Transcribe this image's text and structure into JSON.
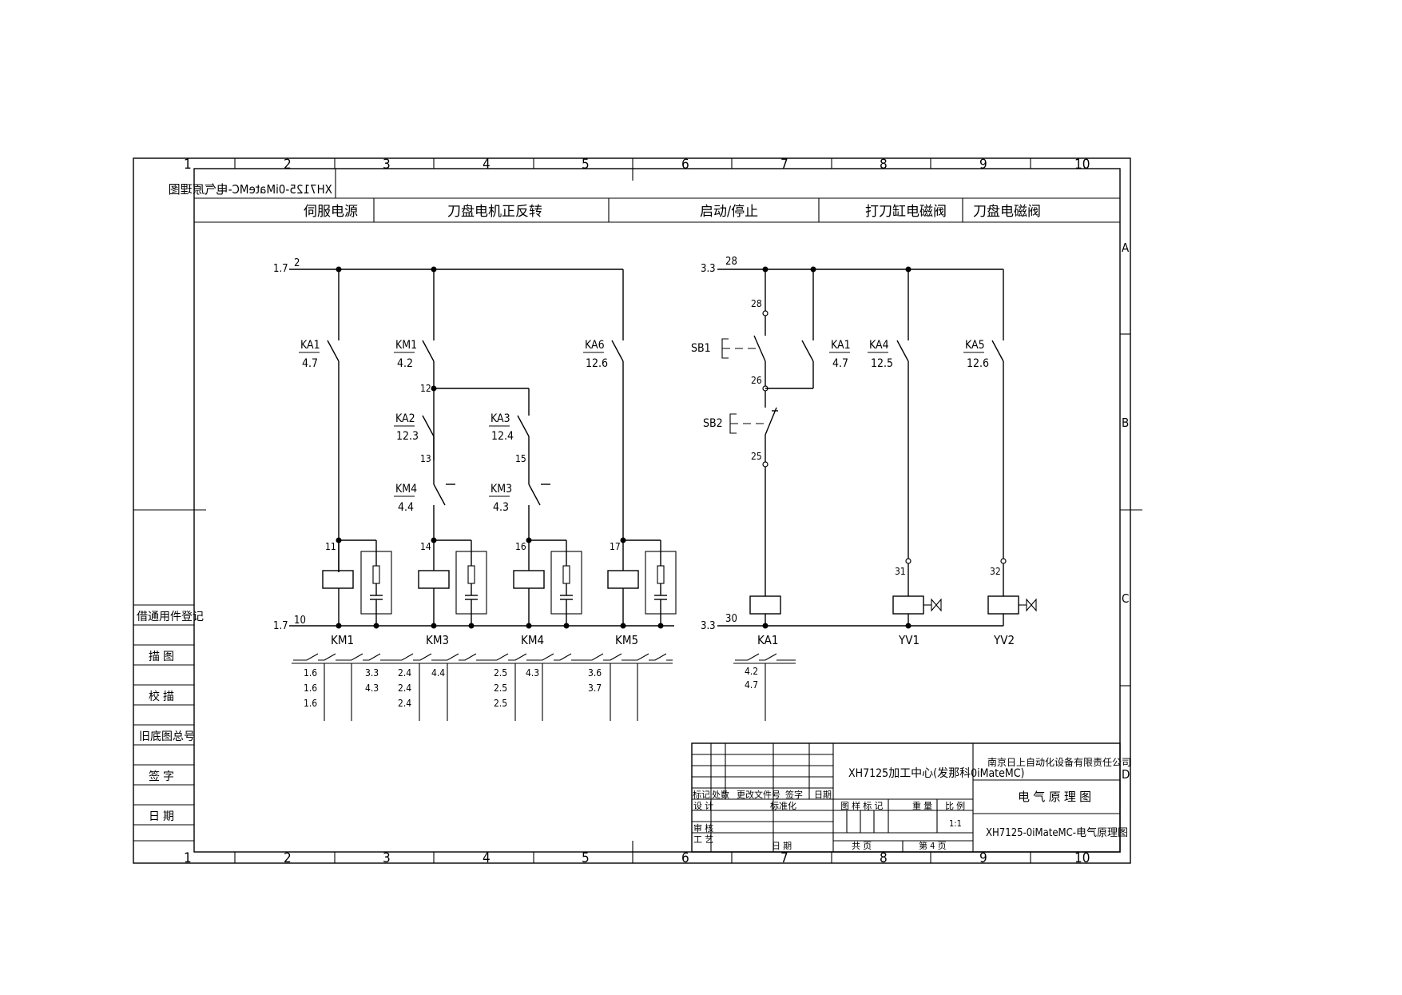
{
  "colors": {
    "ink": "#000000",
    "paper": "#ffffff"
  },
  "grid": {
    "columns": [
      "1",
      "2",
      "3",
      "4",
      "5",
      "6",
      "7",
      "8",
      "9",
      "10"
    ],
    "rows": [
      "A",
      "B",
      "C",
      "D"
    ]
  },
  "header": {
    "mirrored_title": "XH7125-0iMateMC-电气原理图",
    "sections": [
      "伺服电源",
      "刀盘电机正反转",
      "启动/停止",
      "打刀缸电磁阀",
      "刀盘电磁阀"
    ]
  },
  "left_register": [
    "借通用件登记",
    "描 图",
    "校 描",
    "旧底图总号",
    "签 字",
    "日 期"
  ],
  "circuit_left": {
    "top_ref": "1.7",
    "top_wire": "2",
    "bottom_ref": "1.7",
    "bottom_wire": "10",
    "contacts": [
      {
        "name": "KA1",
        "ref": "4.7"
      },
      {
        "name": "KM1",
        "ref": "4.2"
      },
      {
        "name": "KA6",
        "ref": "12.6"
      },
      {
        "name": "KA2",
        "ref": "12.3"
      },
      {
        "name": "KA3",
        "ref": "12.4"
      },
      {
        "name": "KM4",
        "ref": "4.4"
      },
      {
        "name": "KM3",
        "ref": "4.3"
      }
    ],
    "wires": [
      "12",
      "13",
      "15",
      "11",
      "14",
      "16",
      "17"
    ],
    "coils": [
      "KM1",
      "KM3",
      "KM4",
      "KM5"
    ],
    "xref": {
      "km1_main": [
        "1.6",
        "1.6",
        "1.6"
      ],
      "km1_aux": [
        "3.3",
        "4.3"
      ],
      "km3_main": [
        "2.4",
        "2.4",
        "2.4"
      ],
      "km3_aux": [
        "4.4"
      ],
      "km4_main": [
        "2.5",
        "2.5",
        "2.5"
      ],
      "km4_aux": [
        "4.3"
      ],
      "km5_main": [
        "3.6",
        "3.7"
      ]
    }
  },
  "circuit_right": {
    "top_ref": "3.3",
    "top_wire": "28",
    "bottom_ref": "3.3",
    "bottom_wire": "30",
    "wires": [
      "28",
      "26",
      "25",
      "31",
      "32"
    ],
    "buttons": [
      "SB1",
      "SB2"
    ],
    "contacts": [
      {
        "name": "KA1",
        "ref": "4.7"
      },
      {
        "name": "KA4",
        "ref": "12.5"
      },
      {
        "name": "KA5",
        "ref": "12.6"
      }
    ],
    "loads": [
      "KA1",
      "YV1",
      "YV2"
    ],
    "xref": {
      "ka1": [
        "4.2",
        "4.7"
      ]
    }
  },
  "title_block": {
    "drawing_title": "XH7125加工中心(发那科0iMateMC)",
    "company": "南京日上自动化设备有限责任公司",
    "drawing_type": "电 气 原 理 图",
    "drawing_number": "XH7125-0iMateMC-电气原理图",
    "rev_headers": [
      "标记",
      "处数",
      "更改文件号",
      "签字",
      "日期"
    ],
    "roles": [
      "设 计",
      "审 核",
      "工 艺"
    ],
    "mid_labels": [
      "标准化",
      "日 期"
    ],
    "stage_label": "图 样 标 记",
    "weight_label": "重 量",
    "scale_label": "比 例",
    "scale_value": "1:1",
    "sheets_total": "共   页",
    "sheet_no": "第 4 页"
  }
}
